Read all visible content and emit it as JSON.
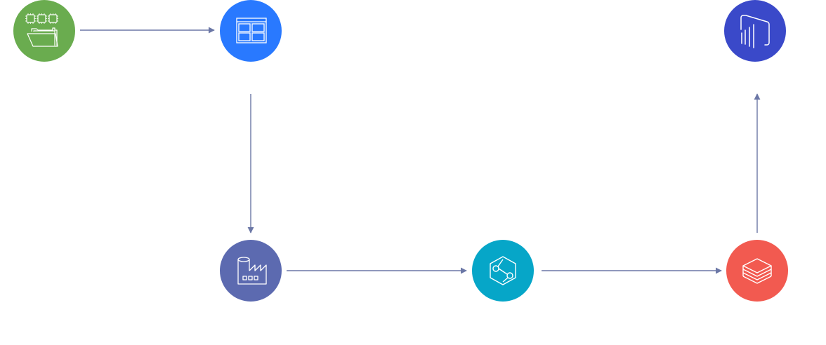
{
  "diagram": {
    "type": "flow",
    "edge_color": "#6b77a6",
    "nodes": [
      {
        "id": "source-files",
        "icon": "chips-folder-icon",
        "color": "#6aac4f"
      },
      {
        "id": "data-table",
        "icon": "table-icon",
        "color": "#2979ff"
      },
      {
        "id": "data-factory",
        "icon": "factory-icon",
        "color": "#5c6ab0"
      },
      {
        "id": "data-share",
        "icon": "hexagon-share-icon",
        "color": "#06a6c8"
      },
      {
        "id": "databricks",
        "icon": "layers-icon",
        "color": "#f25a50"
      },
      {
        "id": "power-bi",
        "icon": "powerbi-icon",
        "color": "#3a49c9"
      }
    ],
    "edges": [
      {
        "from": "source-files",
        "to": "data-table"
      },
      {
        "from": "data-table",
        "to": "data-factory"
      },
      {
        "from": "data-factory",
        "to": "data-share"
      },
      {
        "from": "data-share",
        "to": "databricks"
      },
      {
        "from": "databricks",
        "to": "power-bi"
      }
    ]
  }
}
